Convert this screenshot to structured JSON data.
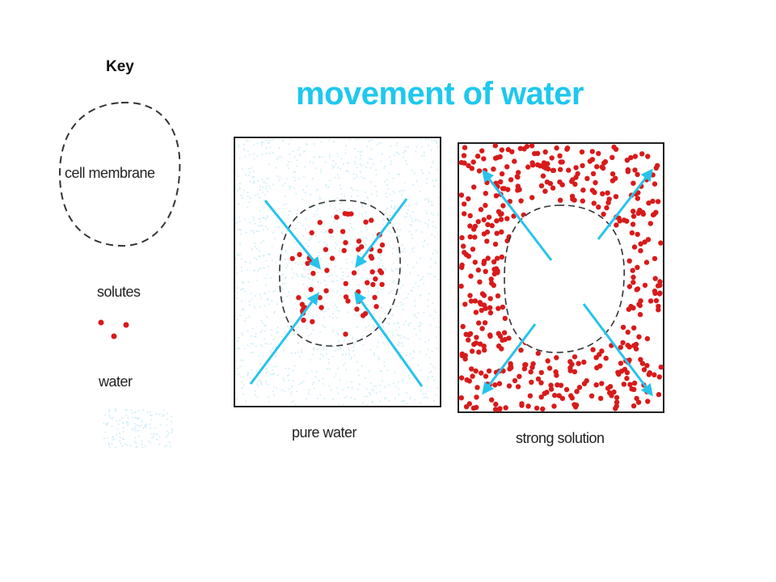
{
  "key": {
    "title": "Key",
    "cell_membrane_label": "cell membrane",
    "solutes_label": "solutes",
    "water_label": "water"
  },
  "title": "movement of water",
  "panels": [
    {
      "caption": "pure water"
    },
    {
      "caption": "strong solution"
    }
  ],
  "colors": {
    "title": "#1ec8ee",
    "arrow": "#27c3ec",
    "solute": "#d81a1a",
    "water": "#cfeef8",
    "membrane": "#333333"
  }
}
